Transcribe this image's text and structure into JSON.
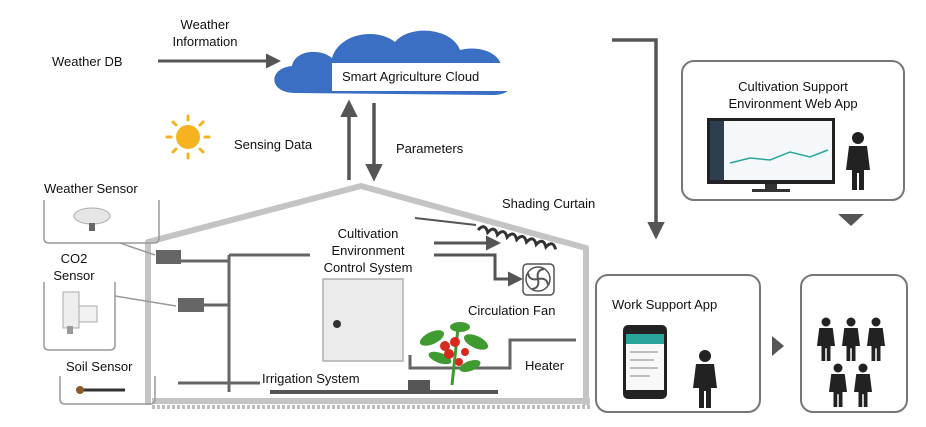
{
  "labels": {
    "weather_db": "Weather DB",
    "weather_information": "Weather\nInformation",
    "smart_agriculture_cloud": "Smart Agriculture Cloud",
    "sensing_data": "Sensing Data",
    "parameters": "Parameters",
    "weather_sensor": "Weather Sensor",
    "co2_sensor": "CO2\nSensor",
    "soil_sensor": "Soil Sensor",
    "cultivation_environment_control_system": "Cultivation\nEnvironment\nControl System",
    "shading_curtain": "Shading Curtain",
    "circulation_fan": "Circulation Fan",
    "heater": "Heater",
    "irrigation_system": "Irrigation System",
    "cultivation_support_web_app": "Cultivation Support\nEnvironment Web App",
    "work_support_app": "Work Support App"
  },
  "colors": {
    "arrow": "#555555",
    "structure": "#c4c4c4",
    "cloud": "#3a6fc4",
    "sun": "#f5b320",
    "tomato": "#d62a1e",
    "leaf": "#3f9a2f",
    "person": "#222222"
  }
}
